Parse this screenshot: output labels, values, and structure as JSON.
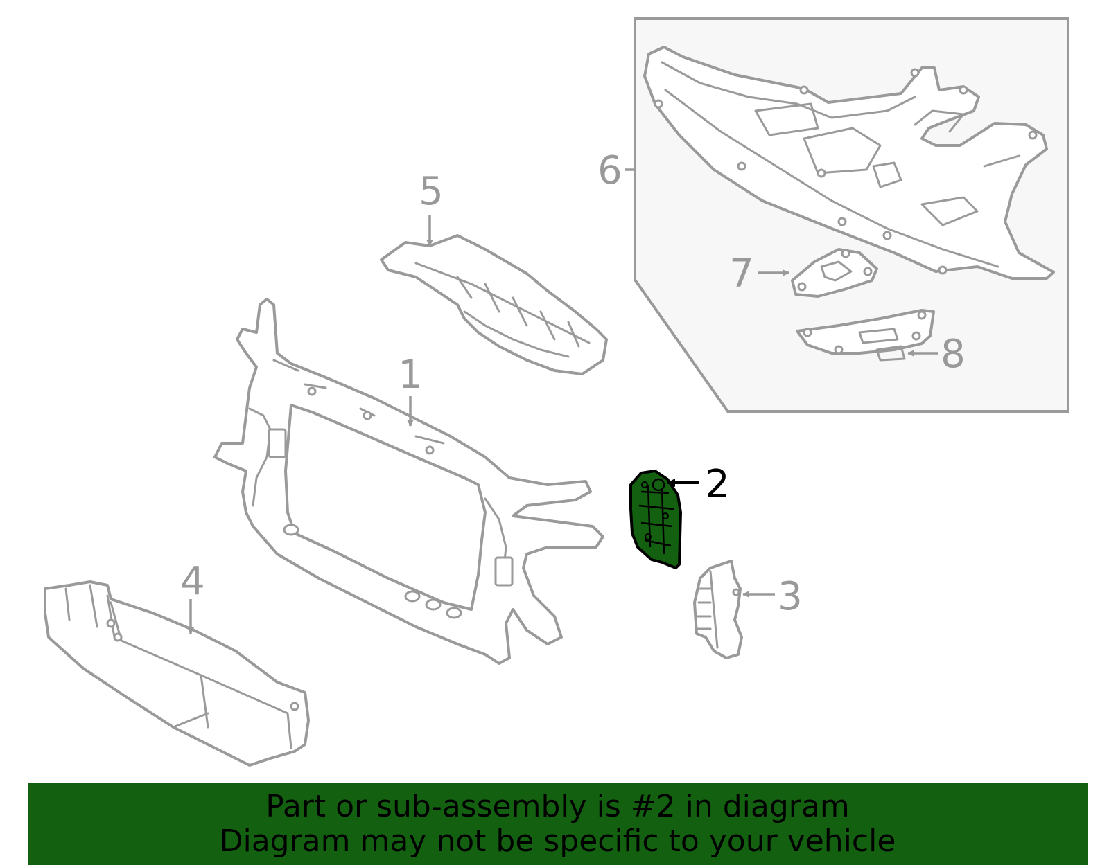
{
  "callouts": {
    "p1": "1",
    "p2": "2",
    "p3": "3",
    "p4": "4",
    "p5": "5",
    "p6": "6",
    "p7": "7",
    "p8": "8"
  },
  "highlight": {
    "part": "2",
    "color": "#136110"
  },
  "banner": {
    "line1": "Part or sub-assembly is #2 in diagram",
    "line2": "Diagram may not be specific to your vehicle",
    "background": "#136110"
  }
}
